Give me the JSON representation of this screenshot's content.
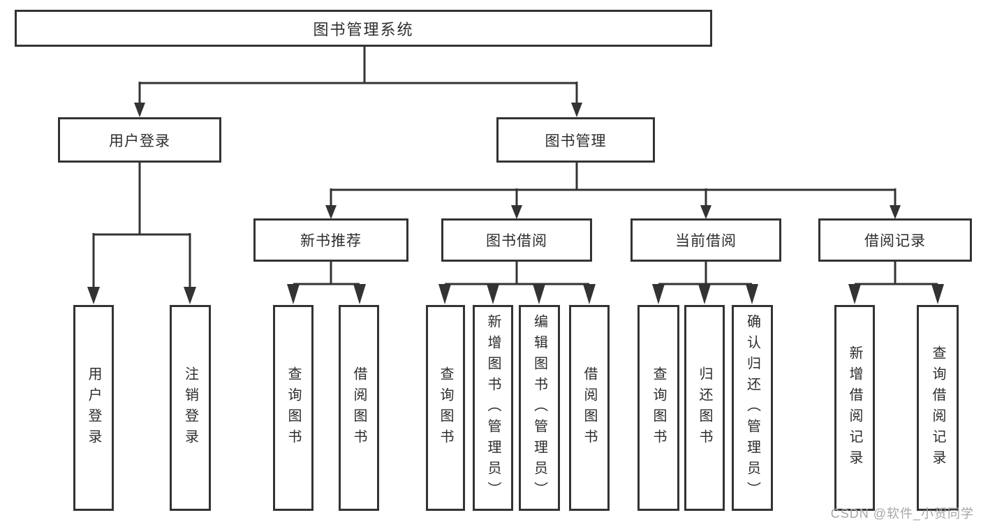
{
  "tree": {
    "root": {
      "label": "图书管理系统"
    },
    "children": [
      {
        "label": "用户登录",
        "children": [
          {
            "label": "用户登录"
          },
          {
            "label": "注销登录"
          }
        ]
      },
      {
        "label": "图书管理",
        "children": [
          {
            "label": "新书推荐",
            "children": [
              {
                "label": "查询图书"
              },
              {
                "label": "借阅图书"
              }
            ]
          },
          {
            "label": "图书借阅",
            "children": [
              {
                "label": "查询图书"
              },
              {
                "label": "新增图书（管理员）"
              },
              {
                "label": "编辑图书（管理员）"
              },
              {
                "label": "借阅图书"
              }
            ]
          },
          {
            "label": "当前借阅",
            "children": [
              {
                "label": "查询图书"
              },
              {
                "label": "归还图书"
              },
              {
                "label": "确认归还（管理员）"
              }
            ]
          },
          {
            "label": "借阅记录",
            "children": [
              {
                "label": "新增借阅记录"
              },
              {
                "label": "查询借阅记录"
              }
            ]
          }
        ]
      }
    ]
  },
  "watermark": {
    "text": "CSDN @软件_小贺同学"
  },
  "colors": {
    "line": "#333333",
    "text": "#2d2d2d",
    "bg": "#ffffff",
    "watermark": "#a6a6a6"
  }
}
